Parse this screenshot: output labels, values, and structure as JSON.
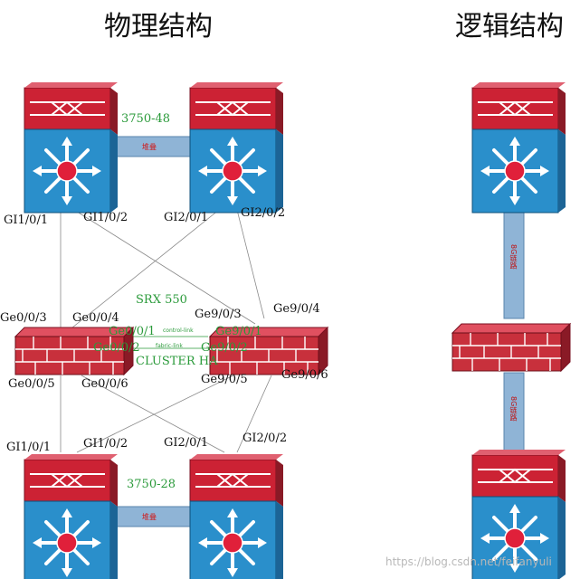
{
  "titles": {
    "physical": "物理结构",
    "logical": "逻辑结构"
  },
  "top_switch": {
    "model": "3750-48",
    "stack": "堆叠",
    "ports": [
      "GI1/0/1",
      "GI1/0/2",
      "GI2/0/1",
      "GI2/0/2"
    ]
  },
  "firewall": {
    "model": "SRX 550",
    "upper_ports": [
      "Ge0/0/3",
      "Ge0/0/4",
      "Ge9/0/3",
      "Ge9/0/4"
    ],
    "lower_ports": [
      "Ge0/0/5",
      "Ge0/0/6",
      "Ge9/0/5",
      "Ge9/0/6"
    ],
    "control": {
      "left": "Ge0/0/1",
      "right": "Ge9/0/1",
      "label": "control-link"
    },
    "fabric": {
      "left": "Ge0/0/2",
      "right": "Ge9/0/2",
      "label": "fabric-link"
    },
    "cluster": "CLUSTER HA"
  },
  "bottom_switch": {
    "model": "3750-28",
    "stack": "堆叠",
    "ports": [
      "GI1/0/1",
      "GI1/0/2",
      "GI2/0/1",
      "GI2/0/2"
    ]
  },
  "logical_links": [
    "8G链路",
    "8G链路"
  ],
  "watermark": "https://blog.csdn.net/feifanyuli",
  "colors": {
    "red_top": "#cc2234",
    "blue_body": "#2a8fcb",
    "firewall_red": "#c8303c",
    "label_green": "#2a9a3a",
    "link_blue": "#8fb4d6"
  }
}
